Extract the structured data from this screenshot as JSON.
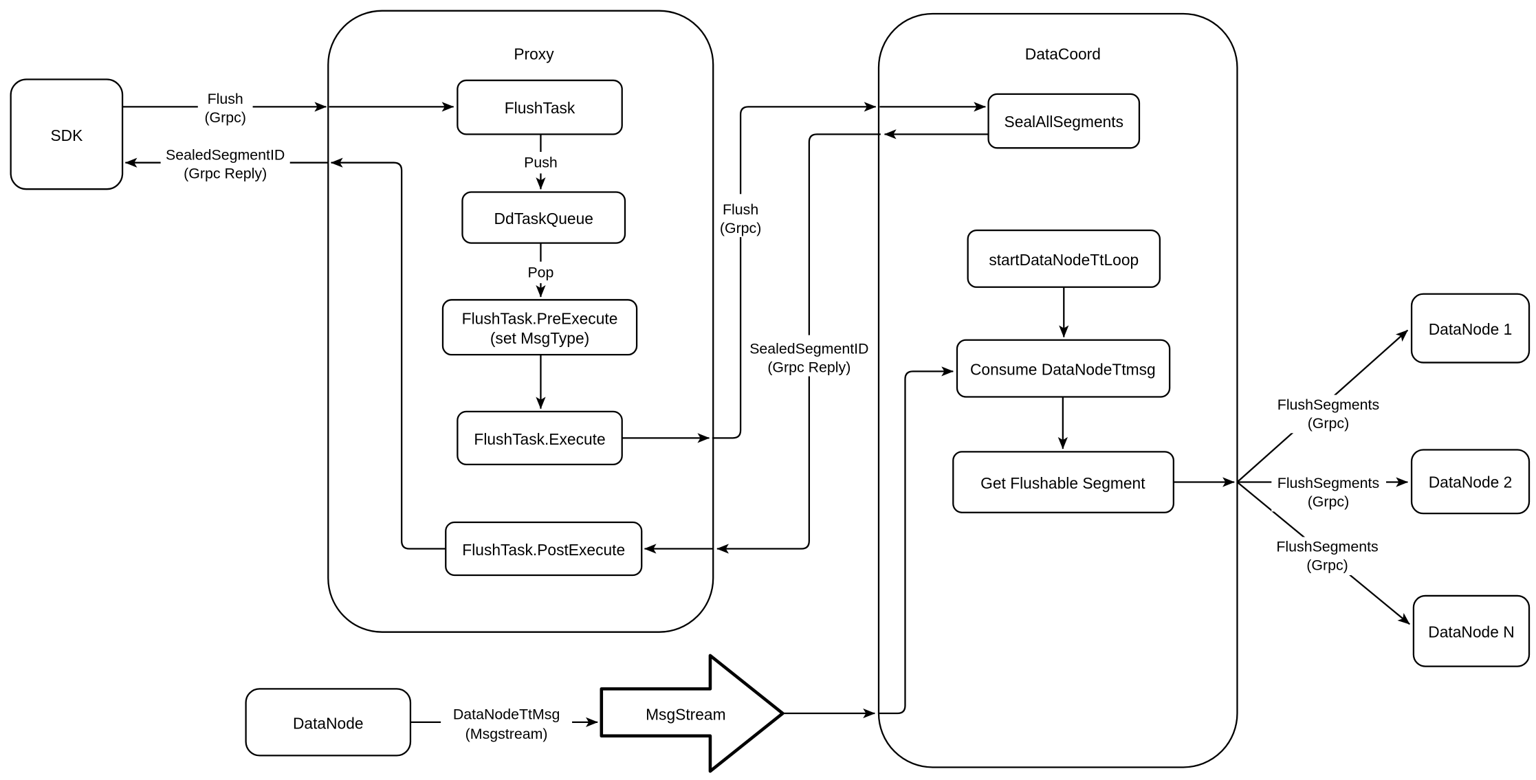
{
  "diagram_colors": {
    "background": "#ffffff",
    "stroke": "#000000",
    "fill": "#ffffff"
  },
  "containers": {
    "proxy": {
      "label": "Proxy"
    },
    "datacoord": {
      "label": "DataCoord"
    }
  },
  "nodes": {
    "sdk": {
      "label": "SDK"
    },
    "flush_task": {
      "label": "FlushTask"
    },
    "dd_task_queue": {
      "label": "DdTaskQueue"
    },
    "pre_execute": {
      "line1": "FlushTask.PreExecute",
      "line2": "(set MsgType)"
    },
    "execute": {
      "label": "FlushTask.Execute"
    },
    "post_execute": {
      "label": "FlushTask.PostExecute"
    },
    "seal_all_segments": {
      "label": "SealAllSegments"
    },
    "start_data_node_tt_loop": {
      "label": "startDataNodeTtLoop"
    },
    "consume_data_node_ttmsg": {
      "label": "Consume DataNodeTtmsg"
    },
    "get_flushable_segment": {
      "label": "Get Flushable Segment"
    },
    "datanode_1": {
      "label": "DataNode 1"
    },
    "datanode_2": {
      "label": "DataNode 2"
    },
    "datanode_n": {
      "label": "DataNode N"
    },
    "datanode_source": {
      "label": "DataNode"
    },
    "msgstream": {
      "label": "MsgStream"
    }
  },
  "edge_labels": {
    "flush_sdk_to_proxy": {
      "line1": "Flush",
      "line2": "(Grpc)"
    },
    "sealed_to_sdk": {
      "line1": "SealedSegmentID",
      "line2": "(Grpc Reply)"
    },
    "push": {
      "label": "Push"
    },
    "pop": {
      "label": "Pop"
    },
    "flush_to_datacoord": {
      "line1": "Flush",
      "line2": "(Grpc)"
    },
    "sealed_to_postexecute": {
      "line1": "SealedSegmentID",
      "line2": "(Grpc Reply)"
    },
    "flush_segments_1": {
      "line1": "FlushSegments",
      "line2": "(Grpc)"
    },
    "flush_segments_2": {
      "line1": "FlushSegments",
      "line2": "(Grpc)"
    },
    "flush_segments_3": {
      "line1": "FlushSegments",
      "line2": "(Grpc)"
    },
    "datanode_ttmsg": {
      "line1": "DataNodeTtMsg",
      "line2": "(Msgstream)"
    }
  },
  "edges": [
    {
      "from": "SDK",
      "to": "FlushTask",
      "label": "Flush (Grpc)"
    },
    {
      "from": "FlushTask.PostExecute",
      "to": "SDK",
      "label": "SealedSegmentID (Grpc Reply)"
    },
    {
      "from": "FlushTask",
      "to": "DdTaskQueue",
      "label": "Push"
    },
    {
      "from": "DdTaskQueue",
      "to": "FlushTask.PreExecute",
      "label": "Pop"
    },
    {
      "from": "FlushTask.PreExecute",
      "to": "FlushTask.Execute",
      "label": ""
    },
    {
      "from": "FlushTask.Execute",
      "to": "SealAllSegments",
      "label": "Flush (Grpc)"
    },
    {
      "from": "SealAllSegments",
      "to": "FlushTask.PostExecute",
      "label": "SealedSegmentID (Grpc Reply)"
    },
    {
      "from": "startDataNodeTtLoop",
      "to": "Consume DataNodeTtmsg",
      "label": ""
    },
    {
      "from": "Consume DataNodeTtmsg",
      "to": "Get Flushable Segment",
      "label": ""
    },
    {
      "from": "Get Flushable Segment",
      "to": "DataNode 1",
      "label": "FlushSegments (Grpc)"
    },
    {
      "from": "Get Flushable Segment",
      "to": "DataNode 2",
      "label": "FlushSegments (Grpc)"
    },
    {
      "from": "Get Flushable Segment",
      "to": "DataNode N",
      "label": "FlushSegments (Grpc)"
    },
    {
      "from": "DataNode",
      "to": "MsgStream",
      "label": "DataNodeTtMsg (Msgstream)"
    },
    {
      "from": "MsgStream",
      "to": "Consume DataNodeTtmsg",
      "label": ""
    }
  ]
}
